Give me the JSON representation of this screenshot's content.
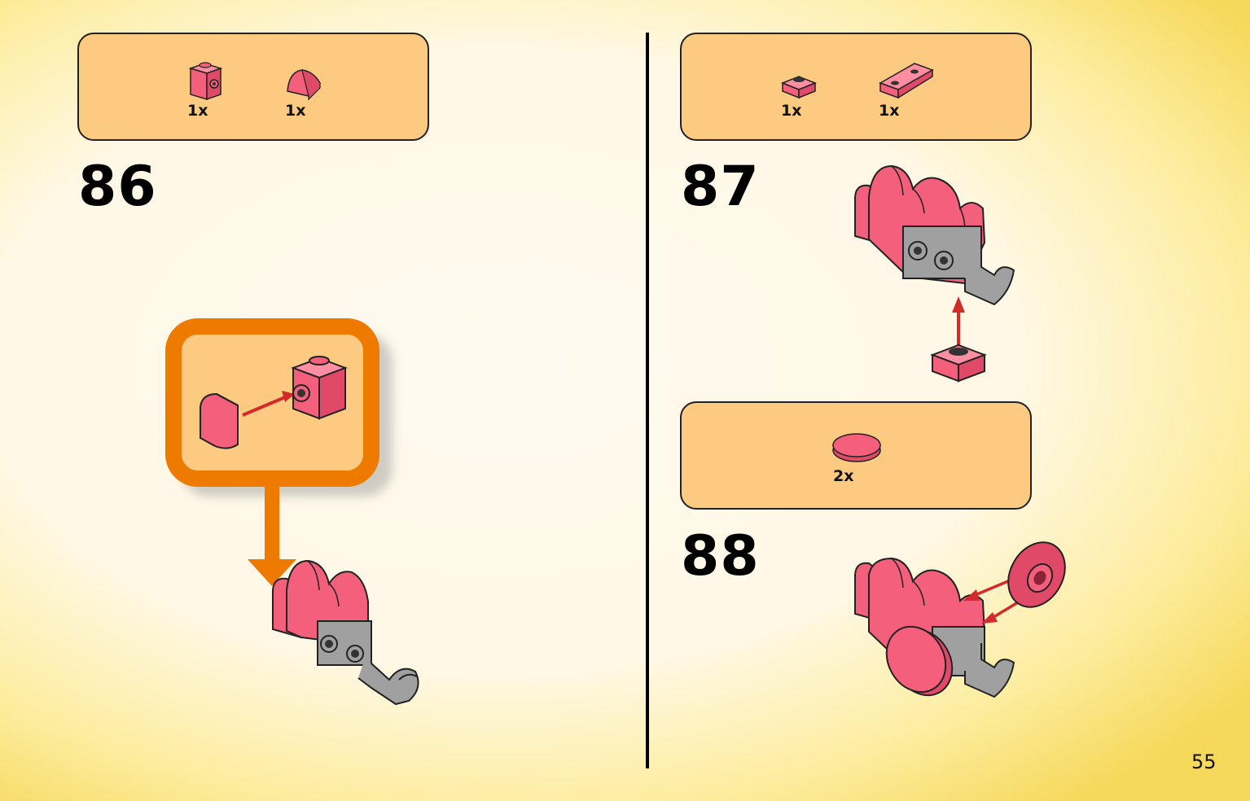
{
  "left_page": {
    "step_86": {
      "number": "86",
      "parts": [
        {
          "icon": "pink-brick-1x1-with-stud-icon",
          "qty": "1x"
        },
        {
          "icon": "pink-curved-slope-icon",
          "qty": "1x"
        }
      ]
    }
  },
  "right_page": {
    "step_87": {
      "number": "87",
      "parts": [
        {
          "icon": "pink-plate-1x1-icon",
          "qty": "1x"
        },
        {
          "icon": "pink-inverted-slope-plate-icon",
          "qty": "1x"
        }
      ]
    },
    "step_88": {
      "number": "88",
      "parts": [
        {
          "icon": "pink-round-tile-icon",
          "qty": "2x"
        }
      ]
    }
  },
  "page_number": "55",
  "colors": {
    "parts_box": "#fdca82",
    "brick_pink": "#f4607c",
    "callout_orange": "#ef7a00",
    "arrow_red": "#d32a2a",
    "hinge_gray": "#a0a0a0"
  }
}
